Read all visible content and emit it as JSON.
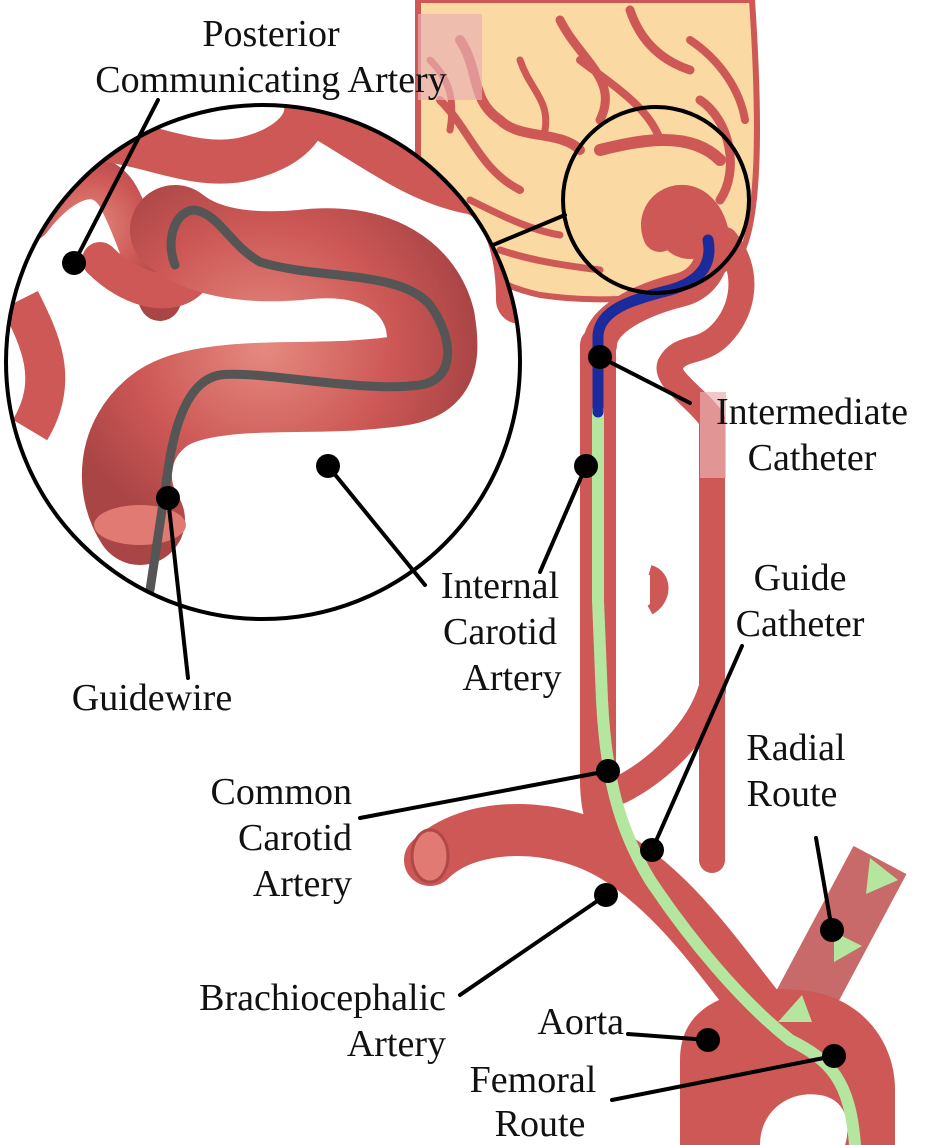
{
  "labels": {
    "posterior_communicating": [
      "Posterior",
      "Communicating Artery"
    ],
    "intermediate_catheter": [
      "Intermediate",
      "Catheter"
    ],
    "internal_carotid": [
      "Internal",
      "Carotid",
      "Artery"
    ],
    "guide_catheter": [
      "Guide",
      "Catheter"
    ],
    "guidewire": [
      "Guidewire"
    ],
    "radial_route": [
      "Radial",
      "Route"
    ],
    "common_carotid": [
      "Common",
      "Carotid",
      "Artery"
    ],
    "brachiocephalic": [
      "Brachiocephalic",
      "Artery"
    ],
    "aorta": [
      "Aorta"
    ],
    "femoral_route": [
      "Femoral",
      "Route"
    ]
  },
  "colors": {
    "artery": "#cd5856",
    "artery_dark": "#b04848",
    "artery_light": "#e07a72",
    "brain": "#fbd9a3",
    "guidewire": "#555555",
    "intermediate_catheter": "#1b2b9b",
    "guide_catheter": "#b5e6a0",
    "radial_artery": "#c86a6a",
    "text": "#111111",
    "leader": "#000000"
  }
}
